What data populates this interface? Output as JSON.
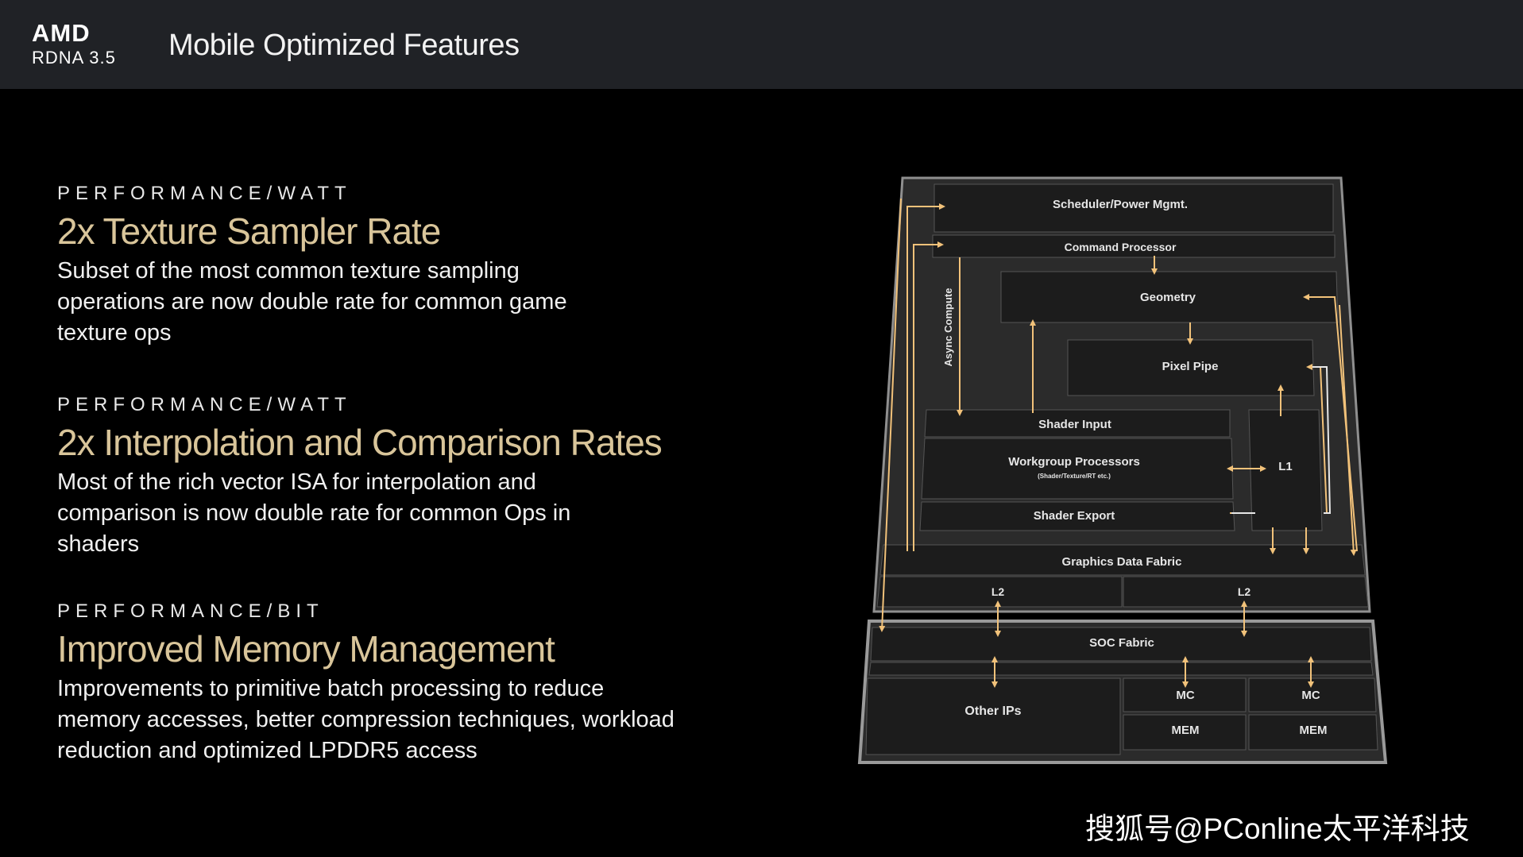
{
  "header": {
    "logo": {
      "brand": "AMD",
      "product": "RDNA 3.5"
    },
    "title": "Mobile Optimized Features"
  },
  "features": [
    {
      "kicker": "PERFORMANCE/WATT",
      "headline": "2x Texture Sampler Rate",
      "description": "Subset of the most common texture sampling operations are now double rate for common game texture ops"
    },
    {
      "kicker": "PERFORMANCE/WATT",
      "headline": "2x Interpolation and Comparison Rates",
      "description": "Most of the rich vector ISA for interpolation and comparison is now double rate for common Ops in shaders"
    },
    {
      "kicker": "PERFORMANCE/BIT",
      "headline": "Improved Memory Management",
      "description": "Improvements to primitive batch processing to reduce memory accesses, better compression techniques, workload reduction and optimized LPDDR5 access"
    }
  ],
  "diagram": {
    "scheduler": "Scheduler/Power Mgmt.",
    "command_processor": "Command Processor",
    "async_compute": "Async Compute",
    "geometry": "Geometry",
    "pixel_pipe": "Pixel Pipe",
    "shader_input": "Shader Input",
    "workgroup_processors": "Workgroup Processors",
    "workgroup_sub": "(Shader/Texture/RT etc.)",
    "shader_export": "Shader Export",
    "l1": "L1",
    "graphics_data_fabric": "Graphics Data Fabric",
    "l2_left": "L2",
    "l2_right": "L2",
    "soc_fabric": "SOC Fabric",
    "other_ips": "Other IPs",
    "mc_left": "MC",
    "mc_right": "MC",
    "mem_left": "MEM",
    "mem_right": "MEM",
    "colors": {
      "arrow": "#f2c27a",
      "block": "#1e1e1e",
      "border": "#9a9a9a"
    }
  },
  "watermark": "搜狐号@PConline太平洋科技"
}
